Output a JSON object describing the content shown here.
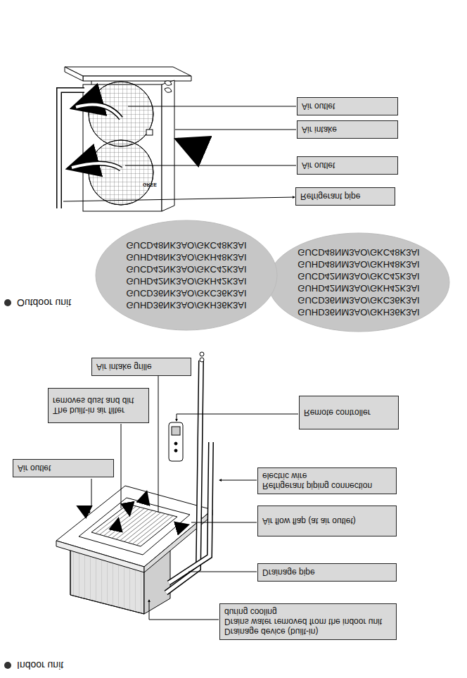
{
  "diagram": {
    "nodes": [
      {
        "text": [
          "Drainage device (built-in)",
          "Drains water removed from the indoor unit during cooling"
        ]
      },
      {
        "text": [
          "Drainage pipe"
        ]
      },
      {
        "text": [
          "Air flow flap (at air outlet)"
        ]
      },
      {
        "text": [
          "Refrigerant piping connection electric wire"
        ]
      },
      {
        "text": [
          "Remote controller"
        ]
      },
      {
        "text": [
          "Air outlet"
        ]
      },
      {
        "text": [
          "The built-in air filter removes dust and dirt"
        ]
      },
      {
        "text": [
          "Air intake grille"
        ]
      },
      {
        "text": [
          "GUHD36NM3AO/GKH36K3AI",
          "GUCD36NM3AO/GKC36K3AI",
          "GUHD42NM3AO/GKH42K3AI",
          "GUCD42NM3AO/GKC42K3AI",
          "GUHD48NM3AO/GKH48K3AI",
          "GUCD48NM3AO/GKC48K3AI"
        ]
      },
      {
        "text": [
          "GUHD36NK3AO/GKH36K3AI",
          "GUCD36NK3AO/GKC36K3AI",
          "GUHD42NK3AO/GKH42K3AI",
          "GUCD42NK3AO/GKC42K3AI",
          "GUHD48NK3AO/GKH48K3AI",
          "GUCD48NK3AO/GKC48K3AI"
        ]
      },
      {
        "text": [
          "Refrigerant pipe"
        ]
      },
      {
        "text": [
          "Air outlet"
        ]
      },
      {
        "text": [
          "Air intake"
        ]
      },
      {
        "text": [
          "Air outlet"
        ]
      }
    ],
    "labels": [
      "Indoor unit",
      "Outdoor unit",
      "GREE"
    ]
  }
}
